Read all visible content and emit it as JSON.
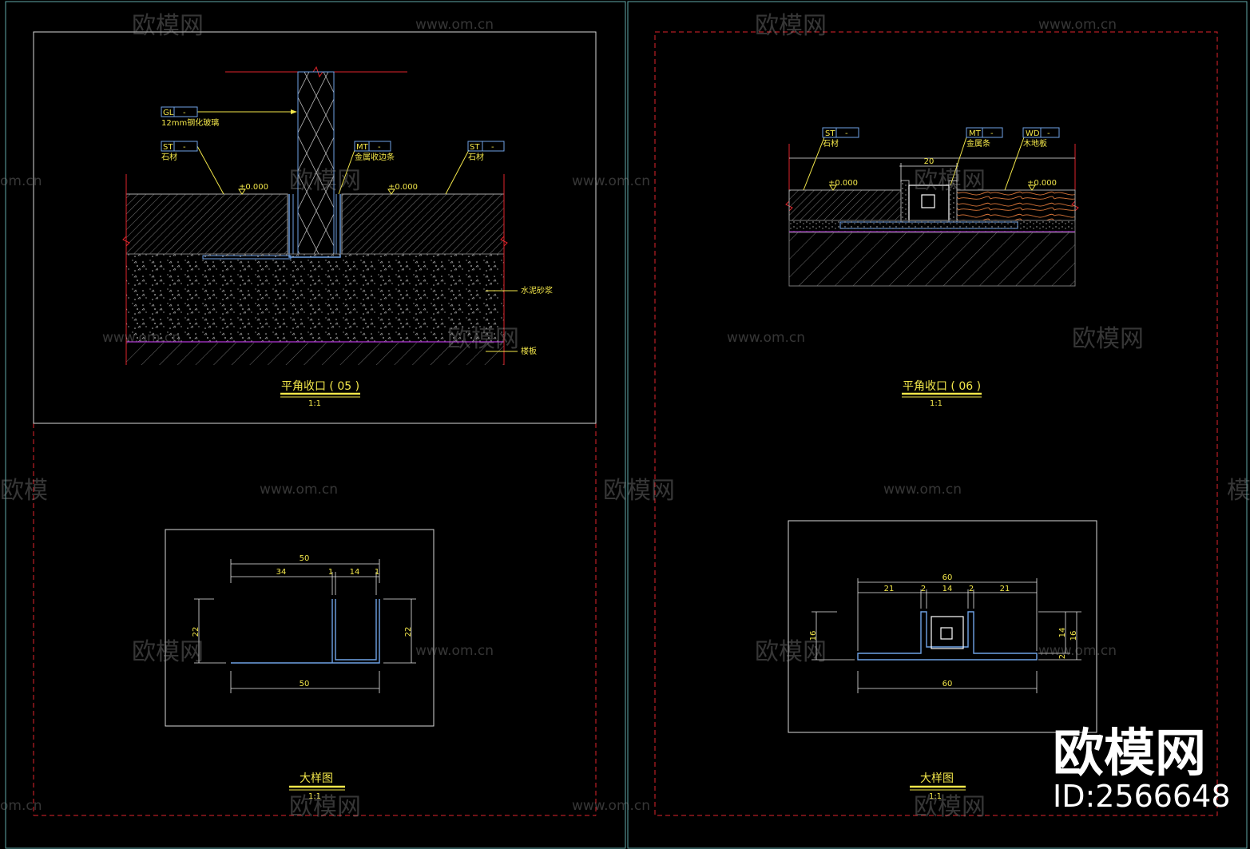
{
  "colors": {
    "background": "#000000",
    "frame": "#d8d8d8",
    "dashed_border": "#e0252b",
    "break_line": "#e0252b",
    "text": "#f2e64a",
    "dimension": "#e8e8e8",
    "profile": "#6fa2e6",
    "slab_line": "#b236d6",
    "leader": "#f2e64a"
  },
  "detail_05": {
    "title": "平角收口 ( 05 )",
    "scale": "1:1",
    "tags": [
      {
        "code": "GL",
        "suffix": "-",
        "note": "12mm钢化玻璃"
      },
      {
        "code": "ST",
        "suffix": "-",
        "note": "石材"
      },
      {
        "code": "MT",
        "suffix": "-",
        "note": "金属收边条"
      },
      {
        "code": "ST",
        "suffix": "-",
        "note": "石材"
      }
    ],
    "levels": [
      "±0.000",
      "±0.000"
    ],
    "side_labels": [
      "水泥砂浆",
      "楼板"
    ]
  },
  "detail_06": {
    "title": "平角收口 ( 06 )",
    "scale": "1:1",
    "tags": [
      {
        "code": "ST",
        "suffix": "-",
        "note": "石材"
      },
      {
        "code": "MT",
        "suffix": "-",
        "note": "金属条"
      },
      {
        "code": "WD",
        "suffix": "-",
        "note": "木地板"
      }
    ],
    "levels": [
      "±0.000",
      "±0.000"
    ],
    "top_dimension": "20"
  },
  "large_05": {
    "title": "大样图",
    "scale": "1:1",
    "dims": {
      "overall_top": "50",
      "left": "34",
      "gap1": "1",
      "gap2": "1",
      "right": "14",
      "left_height": "22",
      "right_height": "22",
      "overall_bottom": "50"
    }
  },
  "large_06": {
    "title": "大样图",
    "scale": "1:1",
    "dims": {
      "overall_top": "60",
      "a": "21",
      "b": "2",
      "c": "14",
      "d": "2",
      "e": "21",
      "left_height": "16",
      "right_inner": "14",
      "right_outer": "16",
      "right_small": "2",
      "overall_bottom": "60"
    }
  },
  "watermark": {
    "url": "www.om.cn",
    "url_partial": "om.cn",
    "logo_text": "欧模网",
    "logo_partial": "模网",
    "logo_partial_2": "欧模"
  },
  "brand": {
    "logo": "欧模网",
    "id": "ID:2566648"
  }
}
